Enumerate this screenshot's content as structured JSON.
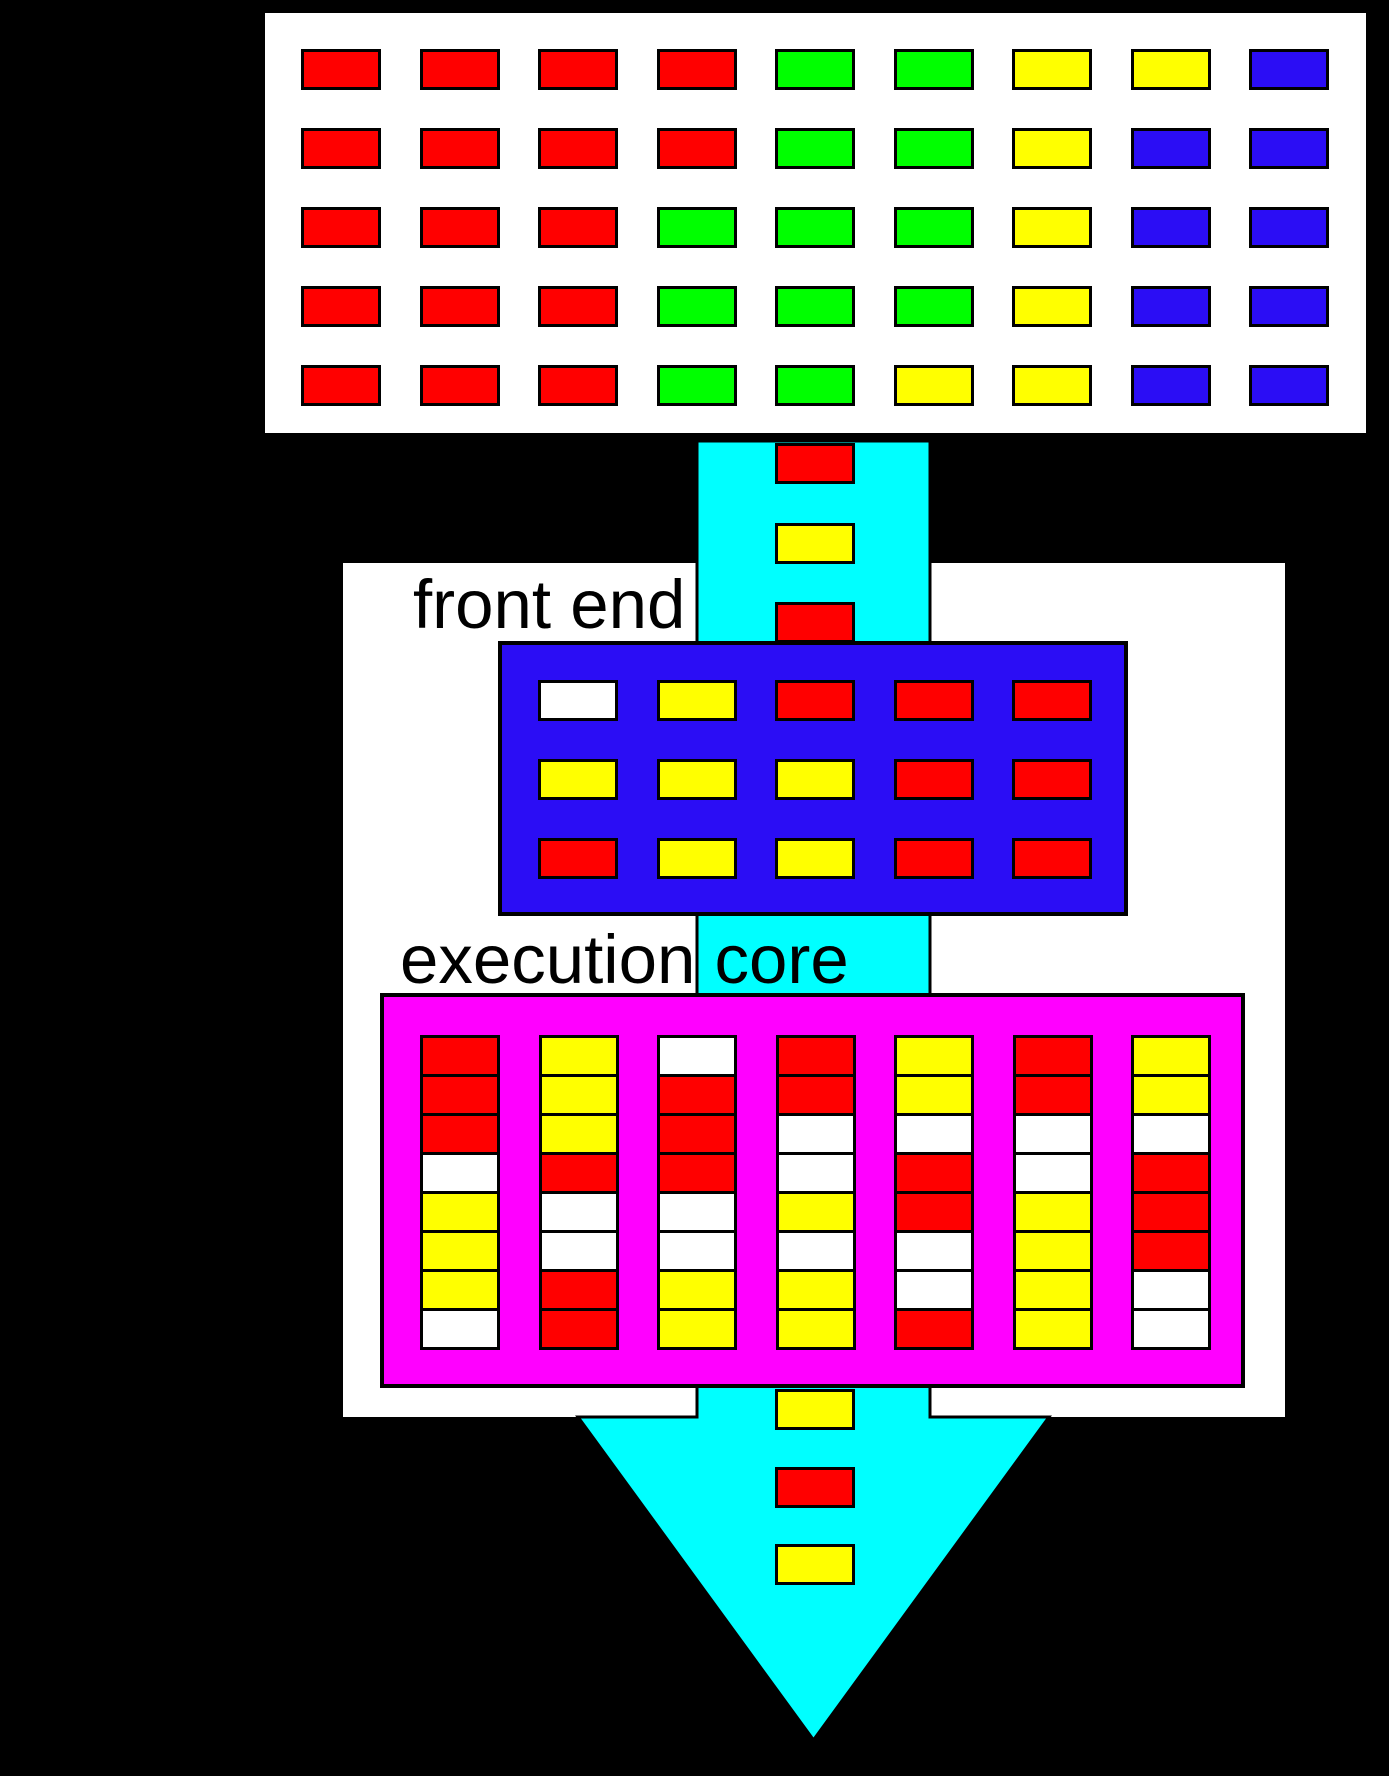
{
  "palette": {
    "red": "#ff0000",
    "green": "#00ff00",
    "yellow": "#ffff00",
    "blue": "#2b0df5",
    "cyan": "#00ffff",
    "magenta": "#ff00ff",
    "white": "#ffffff",
    "background": "#000000",
    "panel": "#ffffff"
  },
  "instruction_window": {
    "rows": [
      [
        "red",
        "red",
        "red",
        "red",
        "green",
        "green",
        "yellow",
        "yellow",
        "blue"
      ],
      [
        "red",
        "red",
        "red",
        "red",
        "green",
        "green",
        "yellow",
        "blue",
        "blue"
      ],
      [
        "red",
        "red",
        "red",
        "green",
        "green",
        "green",
        "yellow",
        "blue",
        "blue"
      ],
      [
        "red",
        "red",
        "red",
        "green",
        "green",
        "green",
        "yellow",
        "blue",
        "blue"
      ],
      [
        "red",
        "red",
        "red",
        "green",
        "green",
        "yellow",
        "yellow",
        "blue",
        "blue"
      ]
    ]
  },
  "front_end": {
    "label": "front end",
    "rows": [
      [
        "white",
        "yellow",
        "red",
        "red",
        "red"
      ],
      [
        "yellow",
        "yellow",
        "yellow",
        "red",
        "red"
      ],
      [
        "red",
        "yellow",
        "yellow",
        "red",
        "red"
      ]
    ]
  },
  "execution_core": {
    "label": "execution core",
    "columns": [
      [
        "red",
        "red",
        "red",
        "white",
        "yellow",
        "yellow",
        "yellow",
        "white"
      ],
      [
        "yellow",
        "yellow",
        "yellow",
        "red",
        "white",
        "white",
        "red",
        "red"
      ],
      [
        "white",
        "red",
        "red",
        "red",
        "white",
        "white",
        "yellow",
        "yellow"
      ],
      [
        "red",
        "red",
        "white",
        "white",
        "yellow",
        "white",
        "yellow",
        "yellow"
      ],
      [
        "yellow",
        "yellow",
        "white",
        "red",
        "red",
        "white",
        "white",
        "red"
      ],
      [
        "red",
        "red",
        "white",
        "white",
        "yellow",
        "yellow",
        "yellow",
        "yellow"
      ],
      [
        "yellow",
        "yellow",
        "white",
        "red",
        "red",
        "red",
        "white",
        "white"
      ]
    ]
  },
  "pipeline_arrow": {
    "upper_rects": [
      "red",
      "yellow",
      "red"
    ],
    "lower_rects": [
      "yellow",
      "red",
      "yellow"
    ]
  }
}
